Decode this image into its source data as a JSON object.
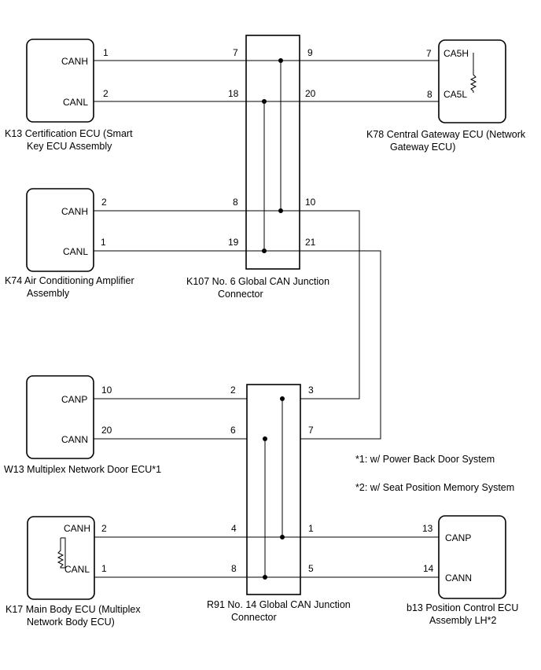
{
  "components": {
    "k13": {
      "pins": [
        "CANH",
        "CANL"
      ],
      "caption": [
        "K13  Certification ECU (Smart",
        "Key ECU Assembly"
      ]
    },
    "k74": {
      "pins": [
        "CANH",
        "CANL"
      ],
      "caption": [
        "K74  Air Conditioning Amplifier",
        "Assembly"
      ]
    },
    "w13": {
      "pins": [
        "CANP",
        "CANN"
      ],
      "caption": [
        "W13  Multiplex Network Door ECU*1"
      ]
    },
    "k17": {
      "pins": [
        "CANH",
        "CANL"
      ],
      "caption": [
        "K17  Main Body ECU (Multiplex",
        "Network Body ECU)"
      ]
    },
    "k78": {
      "pins": [
        "CA5H",
        "CA5L"
      ],
      "caption": [
        "K78  Central Gateway ECU (Network",
        "Gateway ECU)"
      ]
    },
    "b13": {
      "pins": [
        "CANP",
        "CANN"
      ],
      "caption": [
        "b13  Position Control ECU",
        "Assembly LH*2"
      ]
    },
    "k107": {
      "caption": [
        "K107  No. 6 Global CAN Junction",
        "Connector"
      ]
    },
    "r91": {
      "caption": [
        "R91  No. 14 Global CAN Junction",
        "Connector"
      ]
    }
  },
  "pin_numbers": {
    "k13_canh": "1",
    "k13_canl": "2",
    "k107_7": "7",
    "k107_18": "18",
    "k107_9": "9",
    "k107_20": "20",
    "k78_ca5h": "7",
    "k78_ca5l": "8",
    "k74_canh": "2",
    "k74_canl": "1",
    "k107_8": "8",
    "k107_19": "19",
    "k107_10": "10",
    "k107_21": "21",
    "w13_canp": "10",
    "w13_cann": "20",
    "r91_2": "2",
    "r91_6": "6",
    "r91_3": "3",
    "r91_7": "7",
    "k17_canh": "2",
    "k17_canl": "1",
    "r91_4": "4",
    "r91_8": "8",
    "r91_1": "1",
    "r91_5": "5",
    "b13_canp": "13",
    "b13_cann": "14"
  },
  "notes": [
    "*1: w/ Power Back Door System",
    "*2: w/ Seat Position Memory System"
  ]
}
